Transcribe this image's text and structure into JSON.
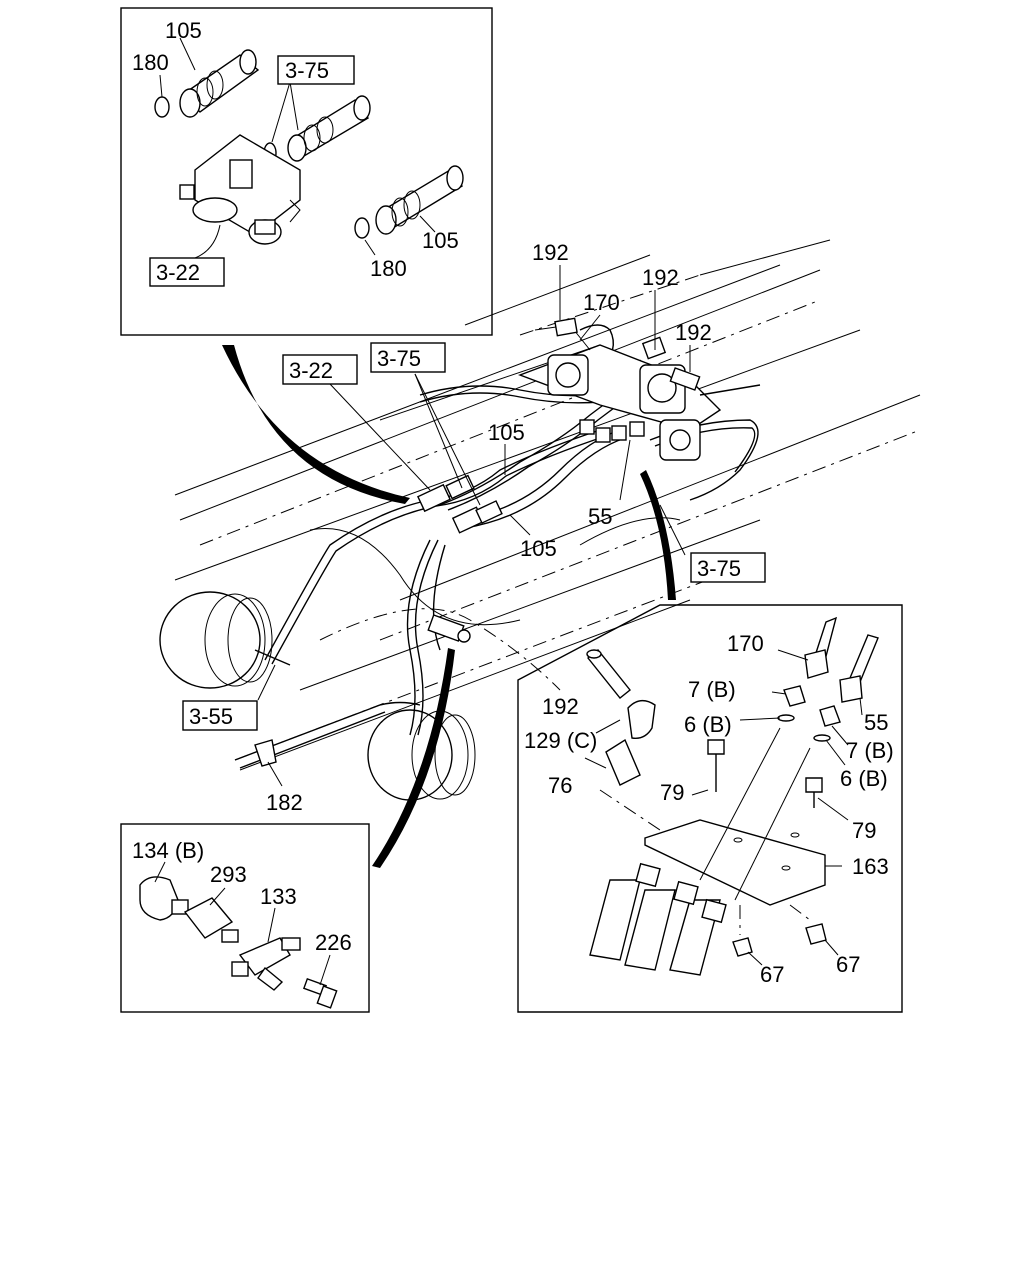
{
  "callouts": {
    "top_105a": "105",
    "top_180a": "180",
    "top_ref_375": "3-75",
    "top_ref_322": "3-22",
    "top_180b": "180",
    "top_105b": "105",
    "main_192a": "192",
    "main_170": "170",
    "main_192b": "192",
    "main_192c": "192",
    "main_ref_322": "3-22",
    "main_ref_375a": "3-75",
    "main_105a": "105",
    "main_55": "55",
    "main_105b": "105",
    "main_ref_375b": "3-75",
    "main_ref_355": "3-55",
    "main_182": "182",
    "br_170": "170",
    "br_7b_a": "7 (B)",
    "br_192": "192",
    "br_6b_a": "6 (B)",
    "br_55": "55",
    "br_129c": "129 (C)",
    "br_7b_b": "7 (B)",
    "br_76": "76",
    "br_6b_b": "6 (B)",
    "br_79a": "79",
    "br_79b": "79",
    "br_163": "163",
    "br_67a": "67",
    "br_67b": "67",
    "bl_134b": "134 (B)",
    "bl_293": "293",
    "bl_133": "133",
    "bl_226": "226"
  }
}
